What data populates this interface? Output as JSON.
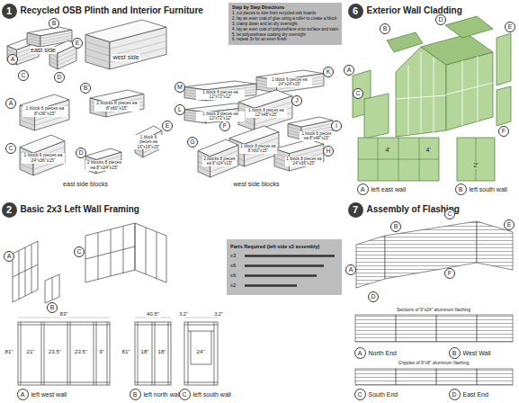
{
  "diagram": {
    "nodes": [
      {
        "text": [
          "1",
          "Recycled OSB Plinth and Interior Furniture"
        ]
      },
      {
        "text": [
          "A"
        ]
      },
      {
        "text": [
          "B"
        ]
      },
      {
        "text": [
          "C"
        ]
      },
      {
        "text": [
          "D"
        ]
      },
      {
        "text": [
          "E"
        ]
      },
      {
        "text": [
          "A"
        ]
      },
      {
        "text": [
          "B"
        ]
      },
      {
        "text": [
          "C"
        ]
      },
      {
        "text": [
          "D"
        ]
      },
      {
        "text": [
          "E"
        ]
      },
      {
        "text": [
          "Step by Step Directions",
          "1. cut pieces to size from recycled osb boards",
          "2. lay an even coat of glue using a roller to create a block",
          "3. clamp down and let dry overnight",
          "4. lay an even coat of polyurethane onto surface and stain",
          "5. let polyurethane coating dry overnight",
          "6. repeat 3x for an even finish"
        ]
      },
      {
        "text": [
          "M"
        ]
      },
      {
        "text": [
          "L"
        ]
      },
      {
        "text": [
          "K"
        ]
      },
      {
        "text": [
          "J"
        ]
      },
      {
        "text": [
          "G"
        ]
      },
      {
        "text": [
          "H"
        ]
      },
      {
        "text": [
          "I"
        ]
      },
      {
        "text": [
          "F"
        ]
      },
      {
        "text": [
          "6",
          "Exterior Wall Cladding"
        ]
      },
      {
        "text": [
          "A"
        ]
      },
      {
        "text": [
          "B"
        ]
      },
      {
        "text": [
          "C"
        ]
      },
      {
        "text": [
          "D"
        ]
      },
      {
        "text": [
          "E"
        ]
      },
      {
        "text": [
          "F"
        ]
      },
      {
        "text": [
          "A",
          "left east wall"
        ]
      },
      {
        "text": [
          "B",
          "left south wall"
        ]
      },
      {
        "text": [
          "2",
          "Basic 2x3 Left Wall Framing"
        ]
      },
      {
        "text": [
          "A"
        ]
      },
      {
        "text": [
          "B"
        ]
      },
      {
        "text": [
          "C"
        ]
      },
      {
        "text": [
          "A",
          "left west wall"
        ]
      },
      {
        "text": [
          "B",
          "left north wall"
        ]
      },
      {
        "text": [
          "C",
          "left south wall"
        ]
      },
      {
        "text": [
          "Parts Required (left side x3 assembly)",
          "x3",
          "x6",
          "x6",
          "x2"
        ]
      },
      {
        "text": [
          "7",
          "Assembly of Flashing"
        ]
      },
      {
        "text": [
          "A"
        ]
      },
      {
        "text": [
          "B"
        ]
      },
      {
        "text": [
          "C"
        ]
      },
      {
        "text": [
          "D"
        ]
      },
      {
        "text": [
          "E"
        ]
      },
      {
        "text": [
          "F"
        ]
      },
      {
        "text": [
          "A",
          "North End"
        ]
      },
      {
        "text": [
          "B",
          "West Wall"
        ]
      },
      {
        "text": [
          "C",
          "South End"
        ]
      },
      {
        "text": [
          "D",
          "East End"
        ]
      }
    ],
    "labels": [
      "west side",
      "east side",
      "1 block 6 pieces ea 8\"x36\"x15\"",
      "2 blocks 8 pieces ea 8\"x60\"x15\"",
      "1 block 6 pieces ea 24\"x36\"x15\"",
      "2 blocks 8 pieces ea 8\"x24\"x15\"",
      "1 block 6 pieces ea 16\"x16\"x15\"",
      "east side blocks",
      "1 block 8 pieces ea 12\"x72\"x12\"",
      "1 block 8 pieces ea 12\"x72\"x12\"",
      "1 block 6 pieces ea 24\"x24\"x15\"",
      "1 block 8 pieces ea 12\"x48\"x15\"",
      "2 blocks 8 pieces ea 8\"x24\"x15\"",
      "1 block 8 pieces ea 24\"x36\"x15\"",
      "1 block 6 pieces ea 8\"x48\"x15\"",
      "1 block 8 pieces ea 8\"x60\"x15\"",
      "west side blocks",
      "4'",
      "4'",
      "2'",
      "83\"",
      "21\"",
      "23.5\"",
      "23.5\"",
      "9\"",
      "81\"",
      "40.5\"",
      "18\"",
      "18\"",
      "81\"",
      "24\"",
      "3.2\"",
      "3.2\"",
      "Sections of 9\"x24\" aluminum flashing",
      "Cripples of 9\"x8\" aluminum flashing"
    ]
  }
}
